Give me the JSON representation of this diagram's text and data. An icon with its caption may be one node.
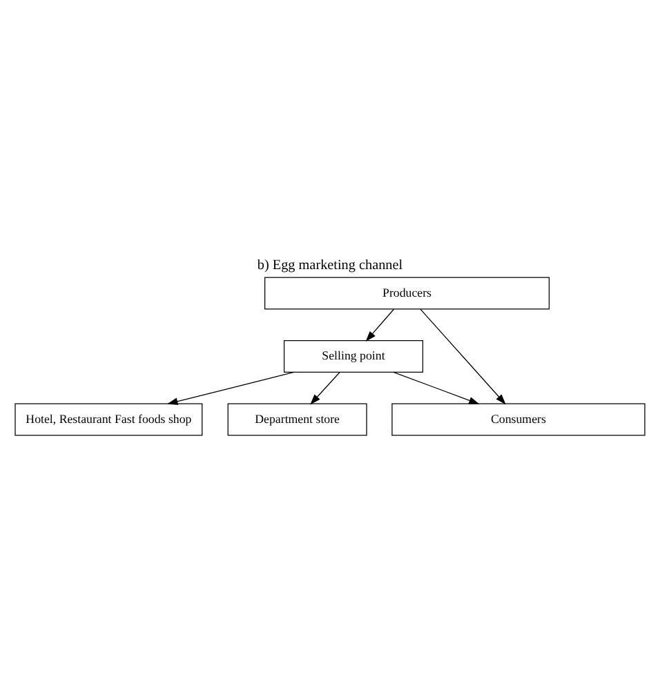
{
  "diagram": {
    "title": "b) Egg marketing channel",
    "nodes": [
      {
        "text": [
          "Producers"
        ]
      },
      {
        "text": [
          "Selling point"
        ]
      },
      {
        "text": [
          "Hotel, Restaurant Fast foods shop"
        ]
      },
      {
        "text": [
          "Department store"
        ]
      },
      {
        "text": [
          "Consumers"
        ]
      }
    ],
    "edges": [
      {
        "from": 0,
        "to": 1,
        "arrow": "to"
      },
      {
        "from": 1,
        "to": 2,
        "arrow": "to"
      },
      {
        "from": 1,
        "to": 3,
        "arrow": "to"
      },
      {
        "from": 1,
        "to": 4,
        "arrow": "to"
      },
      {
        "from": 0,
        "to": 4,
        "arrow": "to"
      }
    ]
  }
}
